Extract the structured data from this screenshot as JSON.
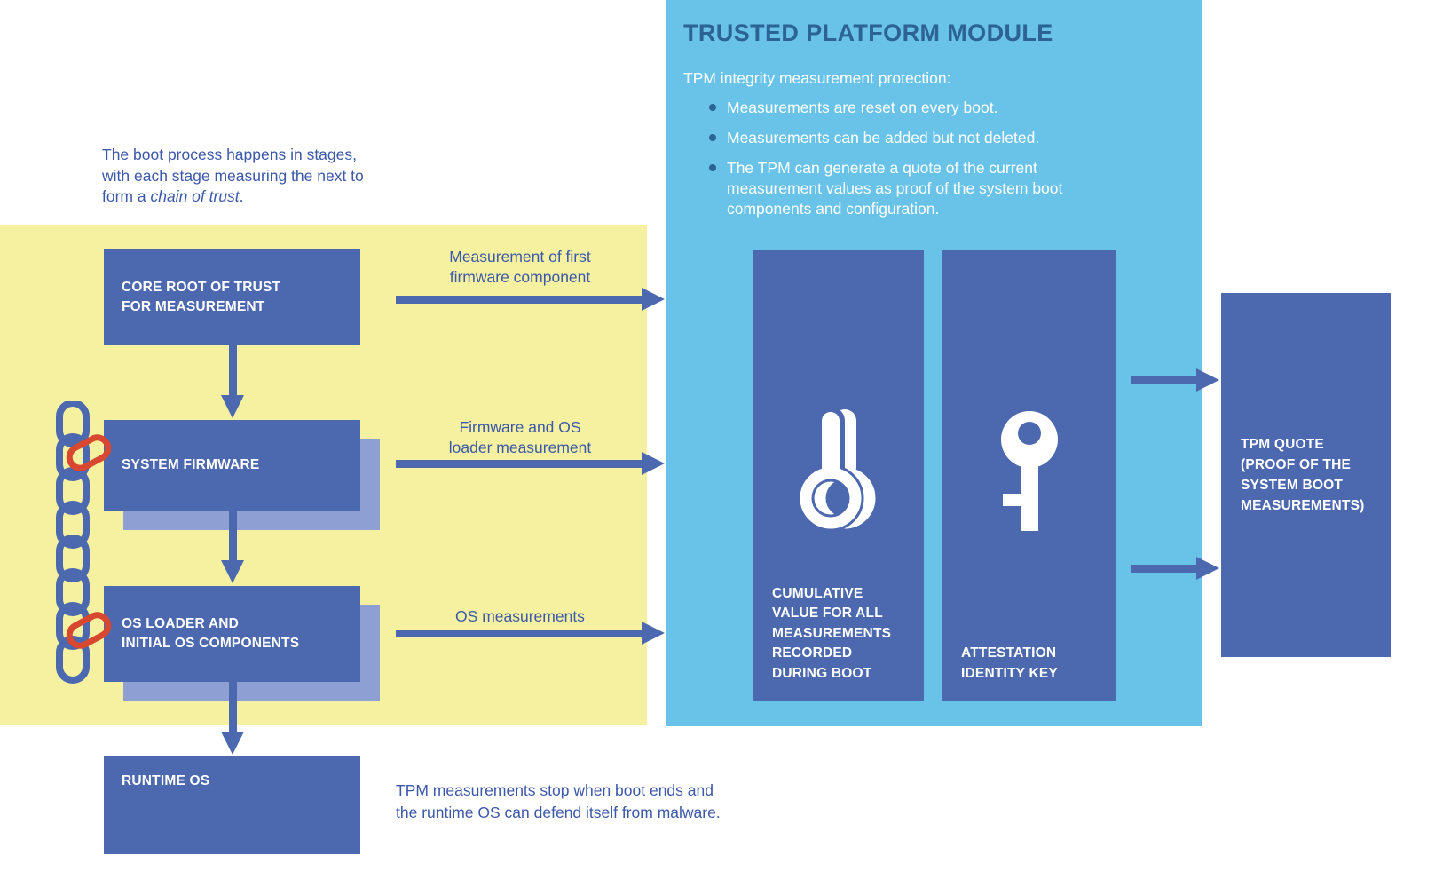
{
  "colors": {
    "yellow": "#f5f1a1",
    "sky": "#69c3e9",
    "box": "#4c68ae",
    "shadow": "#8d9fd3",
    "title": "#2c6294",
    "textblue": "#3c58a8",
    "red": "#d8472f",
    "white": "#ffffff"
  },
  "intro": {
    "lines": [
      "The boot process happens in stages,",
      "with each stage measuring the next to"
    ],
    "last_line": {
      "prefix": "form a ",
      "italic": "chain of trust",
      "suffix": "."
    }
  },
  "stages": [
    {
      "lines": [
        "CORE ROOT OF TRUST",
        "FOR MEASUREMENT"
      ]
    },
    {
      "lines": [
        "SYSTEM FIRMWARE"
      ]
    },
    {
      "lines": [
        "OS LOADER AND",
        "INITIAL OS COMPONENTS"
      ]
    },
    {
      "lines": [
        "RUNTIME OS"
      ]
    }
  ],
  "flow_arrows": [
    {
      "label_lines": [
        "Measurement of first",
        "firmware component"
      ]
    },
    {
      "label_lines": [
        "Firmware and OS",
        "loader measurement"
      ]
    },
    {
      "label_lines": [
        "OS measurements"
      ]
    }
  ],
  "tpm": {
    "title": "TRUSTED PLATFORM MODULE",
    "intro": "TPM integrity measurement protection:",
    "bullets": [
      "Measurements are reset on every boot.",
      "Measurements can be added but not deleted.",
      "The TPM can generate a quote of the current measurement values as proof of the system boot components and configuration."
    ],
    "panels": [
      {
        "icon": "measurement-gauge-icon",
        "label_lines": [
          "CUMULATIVE",
          "VALUE FOR ALL",
          "MEASUREMENTS",
          "RECORDED",
          "DURING BOOT"
        ]
      },
      {
        "icon": "key-icon",
        "label_lines": [
          "ATTESTATION",
          "IDENTITY KEY"
        ]
      }
    ]
  },
  "quote_box": {
    "label_lines": [
      "TPM QUOTE",
      "(PROOF OF THE",
      "SYSTEM BOOT",
      "MEASUREMENTS)"
    ]
  },
  "footer": {
    "lines": [
      "TPM measurements stop when boot ends and",
      "the runtime OS can defend itself from malware."
    ]
  }
}
